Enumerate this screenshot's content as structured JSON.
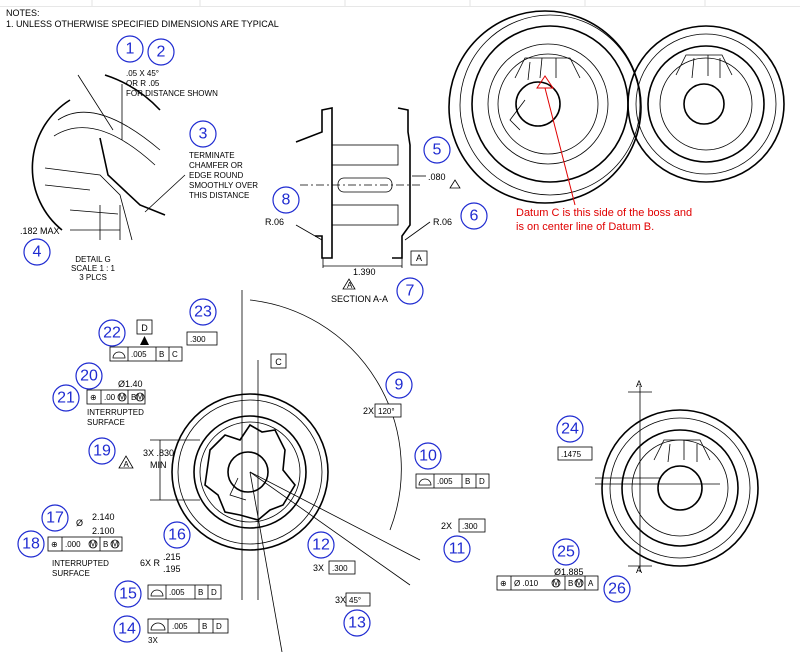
{
  "notes": {
    "title": "NOTES:",
    "line1": "1. UNLESS OTHERWISE SPECIFIED DIMENSIONS ARE TYPICAL"
  },
  "balloons": [
    "1",
    "2",
    "3",
    "4",
    "5",
    "6",
    "7",
    "8",
    "9",
    "10",
    "11",
    "12",
    "13",
    "14",
    "15",
    "16",
    "17",
    "18",
    "19",
    "20",
    "21",
    "22",
    "23",
    "24",
    "25",
    "26"
  ],
  "chamfer_note": {
    "l1": ".05 X 45°",
    "l2": "OR R .05",
    "l3": "FOR DISTANCE SHOWN"
  },
  "terminate_note": {
    "l1": "TERMINATE",
    "l2": "CHAMFER OR",
    "l3": "EDGE ROUND",
    "l4": "SMOOTHLY OVER",
    "l5": "THIS DISTANCE"
  },
  "detail": {
    "max": ".182 MAX",
    "l1": "DETAIL G",
    "l2": "SCALE 1 : 1",
    "l3": "3 PLCS"
  },
  "section": {
    "label": "SECTION A-A",
    "r_left": "R.06",
    "r_right": "R.06",
    "dim_080": ".080",
    "dim_1390": "1.390",
    "datum_a": "A",
    "tri": "A"
  },
  "annotation": {
    "l1": "Datum C is this side of the boss and",
    "l2": "is on center line of Datum B."
  },
  "main": {
    "datum_d": "D",
    "fcf22": {
      "tol": ".005",
      "ref1": "B",
      "ref2": "C"
    },
    "box300": ".300",
    "datum_c": "C",
    "dia140": "Ø1.40",
    "fcf21": {
      "tol": ".00",
      "mod": "M",
      "ref": "B",
      "refmod": "M"
    },
    "interrupted1": "INTERRUPTED",
    "surface1": "SURFACE",
    "min830a": "3X .830",
    "min830b": "MIN",
    "tri": "A",
    "angle": "120°",
    "angle_prefix": "2X",
    "fcf10": {
      "tol": ".005",
      "ref1": "B",
      "ref2": "D"
    },
    "dim2x300_prefix": "2X",
    "dim2x300": ".300",
    "dim2140": "2.140",
    "dim2100": "2.100",
    "dia_sym": "Ø",
    "fcf18": {
      "tol": ".000",
      "mod": "M",
      "ref": "B",
      "refmod": "M"
    },
    "interrupted2": "INTERRUPTED",
    "surface2": "SURFACE",
    "r_prefix": "6X R",
    "r_upper": ".215",
    "r_lower": ".195",
    "dim3x300_prefix": "3X",
    "dim3x300": ".300",
    "fcf15": {
      "tol": ".005",
      "ref1": "B",
      "ref2": "D"
    },
    "angle45_prefix": "3X",
    "angle45": "45°",
    "fcf14": {
      "tol": ".005",
      "ref1": "B",
      "ref2": "D"
    },
    "fcf14_mult": "3X"
  },
  "right": {
    "dim1475": ".1475",
    "dia1885": "Ø1.885",
    "fcf26": {
      "tol": "Ø .010",
      "mod": "M",
      "ref1": "B",
      "ref1mod": "M",
      "ref2": "A"
    },
    "sectionA_top": "A",
    "sectionA_bot": "A"
  }
}
